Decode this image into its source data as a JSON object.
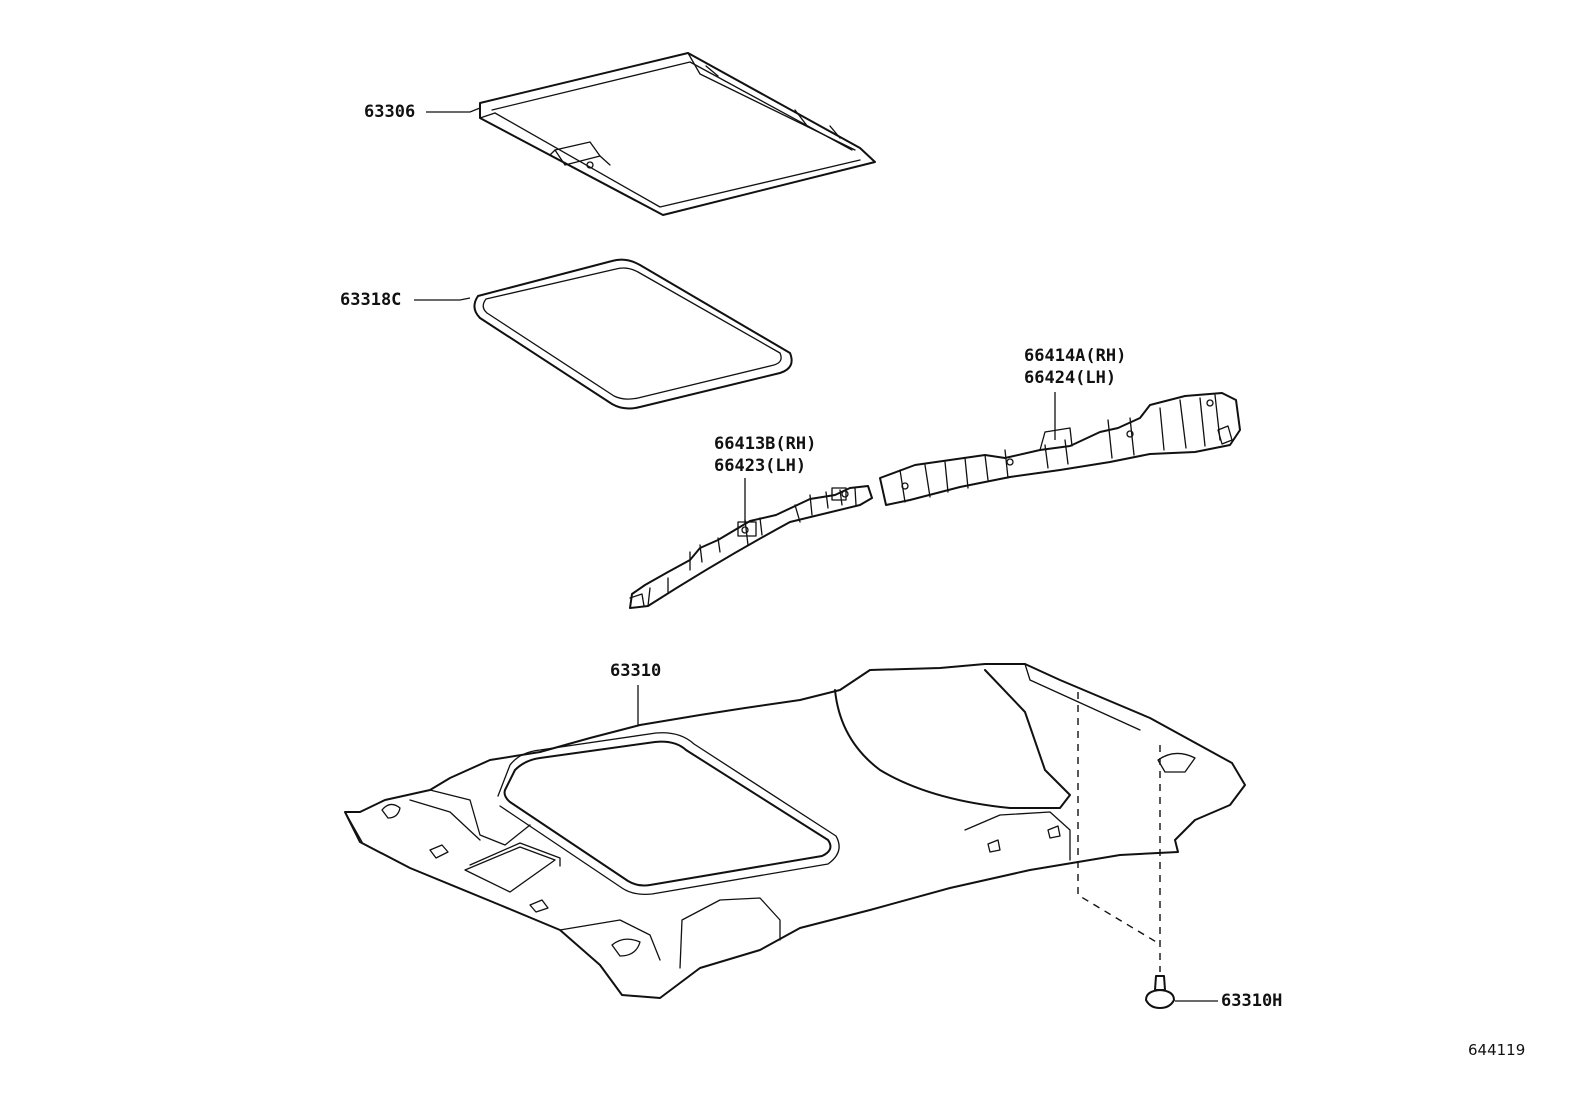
{
  "diagram_ref": "644119",
  "parts": {
    "sunshade": {
      "number": "63306"
    },
    "sunroof_seal": {
      "number": "63318C"
    },
    "assist_rail_rear": {
      "number_rh": "66414A(RH)",
      "number_lh": "66424(LH)"
    },
    "assist_rail_front": {
      "number_rh": "66413B(RH)",
      "number_lh": "66423(LH)"
    },
    "headliner": {
      "number": "63310"
    },
    "clip": {
      "number": "63310H"
    }
  }
}
